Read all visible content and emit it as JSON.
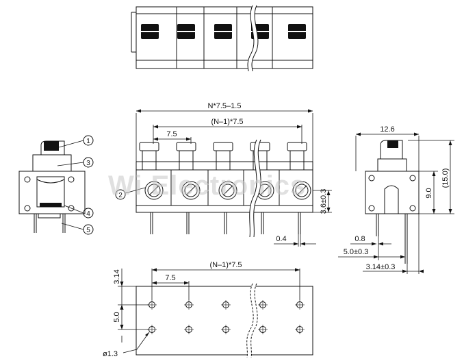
{
  "dimensions": {
    "overall_length": "N*7.5–1.5",
    "pitch_span_top": "(N–1)*7.5",
    "pitch_top": "7.5",
    "screw_height": "3.6±0.3",
    "pin_width_front": "0.4",
    "depth": "12.6",
    "height_small": "9.0",
    "height_total": "(15.0)",
    "pin_width_side": "0.8",
    "pin_offset_side": "5.0±0.3",
    "pin_row_offset": "3.14±0.3",
    "pitch_span_bottom": "(N–1)*7.5",
    "pitch_bottom": "7.5",
    "row_offset_edge": "3.14",
    "row_spacing": "5.0",
    "hole_diameter": "ø1.3"
  },
  "callouts": {
    "c1": "1",
    "c2": "2",
    "c3": "3",
    "c4": "4",
    "c5": "5"
  },
  "watermark": "Wi Electronics",
  "colors": {
    "line": "#111111",
    "background": "#ffffff",
    "watermark": "#c8c8c8"
  }
}
